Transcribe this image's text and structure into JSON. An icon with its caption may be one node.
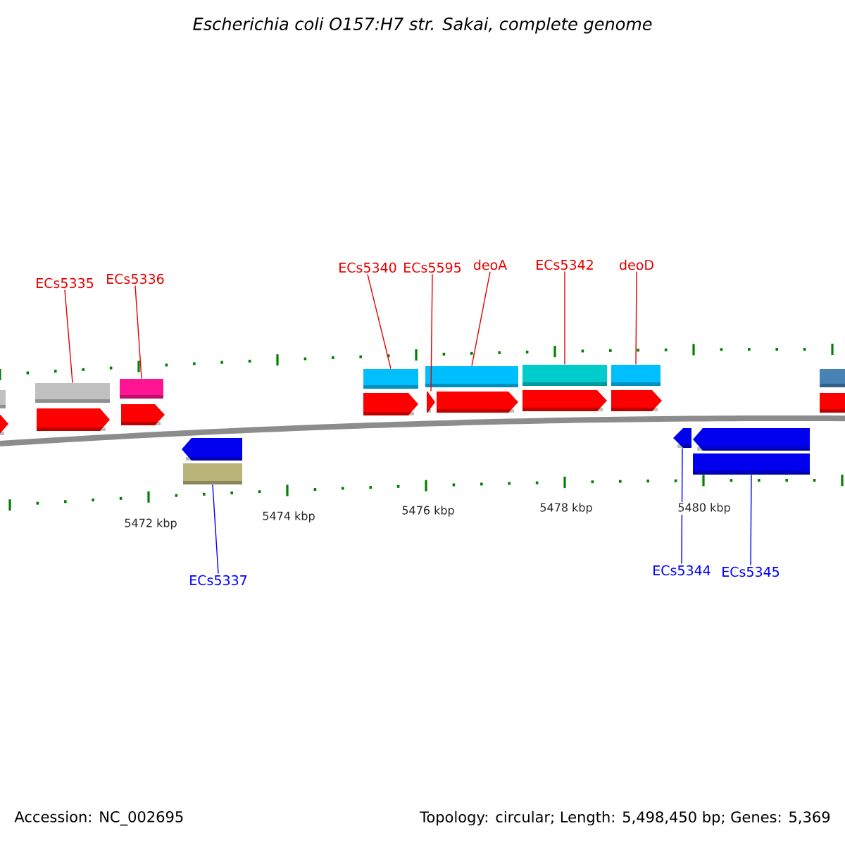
{
  "diagram": {
    "title": "Escherichia coli O157:H7 str. Sakai, complete genome",
    "nodes": [
      {
        "text": [
          "ECs5335"
        ]
      },
      {
        "text": [
          "ECs5336"
        ]
      },
      {
        "text": [
          "ECs5340"
        ]
      },
      {
        "text": [
          "ECs5595"
        ]
      },
      {
        "text": [
          "deoA"
        ]
      },
      {
        "text": [
          "ECs5342"
        ]
      },
      {
        "text": [
          "deoD"
        ]
      },
      {
        "text": [],
        "shape": "box"
      },
      {
        "text": [],
        "shape": "box"
      },
      {
        "text": [],
        "shape": "box"
      },
      {
        "text": [],
        "shape": "arrow"
      },
      {
        "text": [],
        "shape": "box"
      },
      {
        "text": [],
        "shape": "box"
      },
      {
        "text": [],
        "shape": "box"
      },
      {
        "text": [],
        "shape": "arrow"
      },
      {
        "text": [],
        "shape": "box"
      },
      {
        "text": [],
        "shape": "box"
      },
      {
        "text": [
          "ECs5337"
        ]
      },
      {
        "text": [
          "ECs5344"
        ]
      },
      {
        "text": [
          "ECs5345"
        ]
      }
    ],
    "edges": [
      {
        "from": 0,
        "to": 7,
        "arrow": "none"
      },
      {
        "from": 1,
        "to": 8,
        "arrow": "none"
      },
      {
        "from": 2,
        "to": 9,
        "arrow": "none"
      },
      {
        "from": 3,
        "to": 10,
        "arrow": "none"
      },
      {
        "from": 4,
        "to": 11,
        "arrow": "none"
      },
      {
        "from": 5,
        "to": 12,
        "arrow": "none"
      },
      {
        "from": 6,
        "to": 13,
        "arrow": "none"
      },
      {
        "from": 17,
        "to": 15,
        "arrow": "none",
        "color": "#0000ff"
      },
      {
        "from": 18,
        "to": 14,
        "arrow": "none",
        "color": "#0000ff"
      },
      {
        "from": 19,
        "to": 16,
        "arrow": "none",
        "color": "#0000ff"
      }
    ],
    "labels": [
      "5472 kbp",
      "5474 kbp",
      "5476 kbp",
      "5478 kbp",
      "5480 kbp",
      "Accession: NC_002695",
      "Topology: circular; Length: 5,498,450 bp; Genes: 5,369"
    ]
  }
}
